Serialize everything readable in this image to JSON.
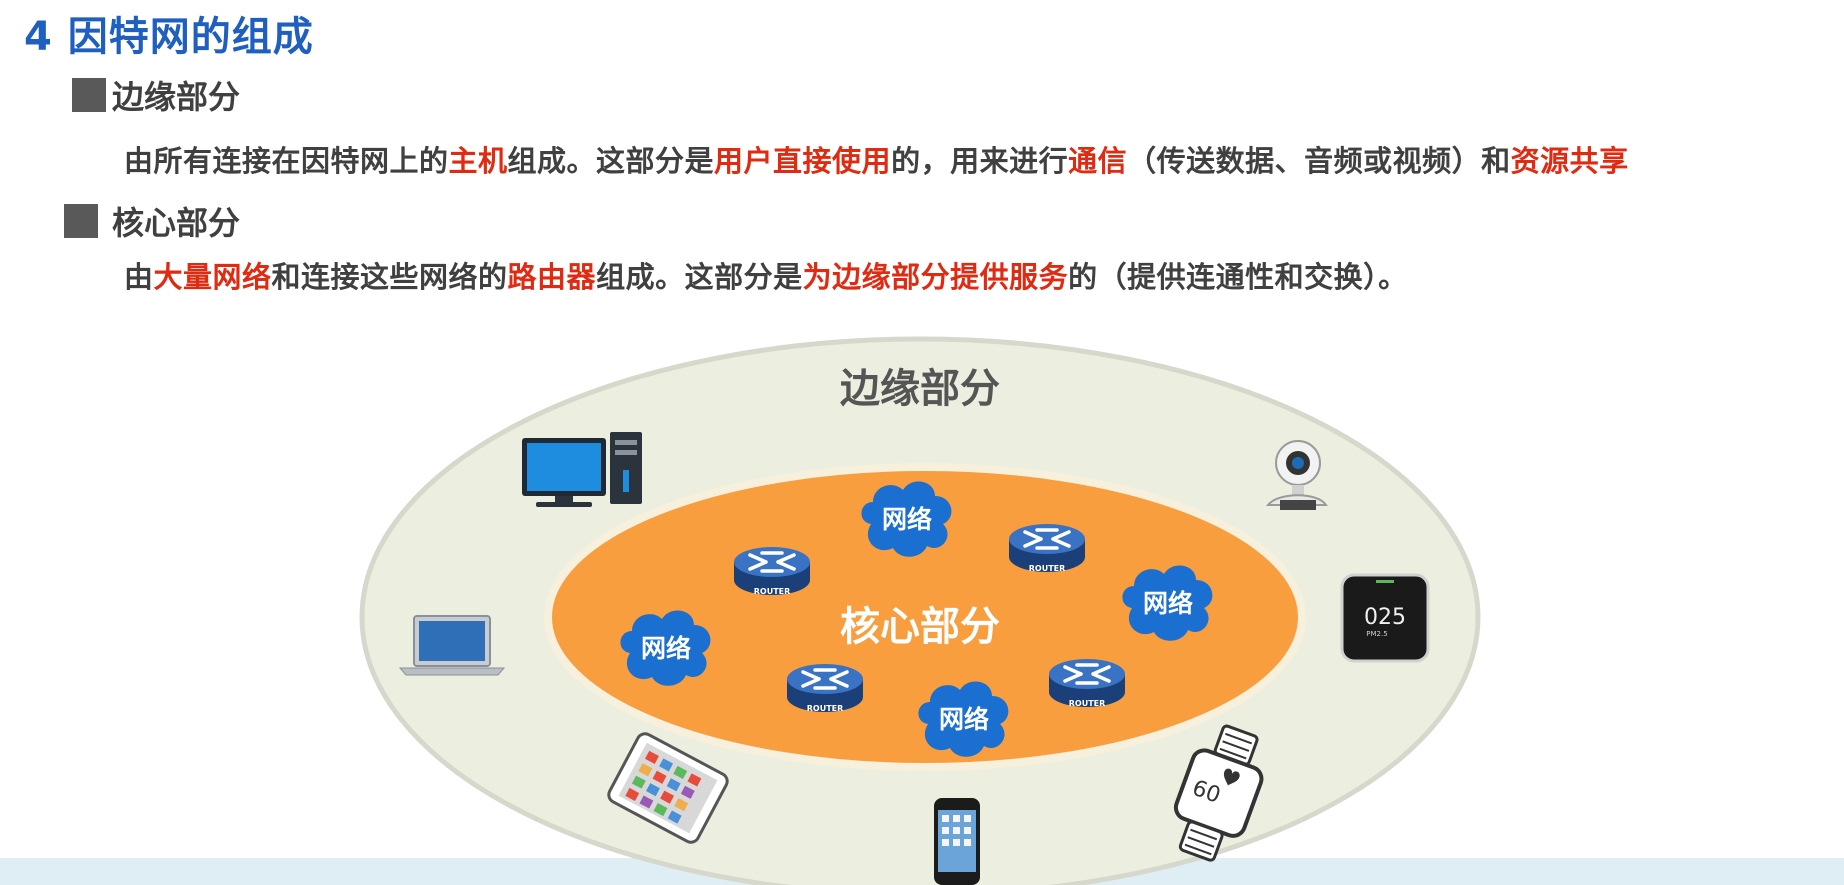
{
  "title": "4 因特网的组成",
  "edge": {
    "heading": "边缘部分",
    "desc": {
      "p1": "由所有连接在因特网上的",
      "h1": "主机",
      "p2": "组成。这部分是",
      "h2": "用户直接使用",
      "p3": "的，用来进行",
      "h3": "通信",
      "p4": "（传送数据、音频或视频）和",
      "h4": "资源共享"
    }
  },
  "core": {
    "heading": "核心部分",
    "desc": {
      "p0": "由",
      "h1": "大量网络",
      "p1": "和连接这些网络的",
      "h2": "路由器",
      "p2": "组成。这部分是",
      "h3": "为边缘部分提供服务",
      "p3": "的（提供连通性和交换）。"
    }
  },
  "diagram": {
    "outer_label": "边缘部分",
    "inner_label": "核心部分",
    "network_label": "网络",
    "router_label": "ROUTER",
    "sensor_value": "025",
    "sensor_caption": "PM2.5",
    "watch_value": "60",
    "colors": {
      "outer_fill": "#eceee0",
      "outer_stroke": "#d6d8cc",
      "inner_fill": "#f99e3f",
      "network_fill": "#1a6fd0",
      "router_fill": "#2d5fa6",
      "highlight": "#e02a12",
      "title": "#1f5fbf"
    }
  }
}
